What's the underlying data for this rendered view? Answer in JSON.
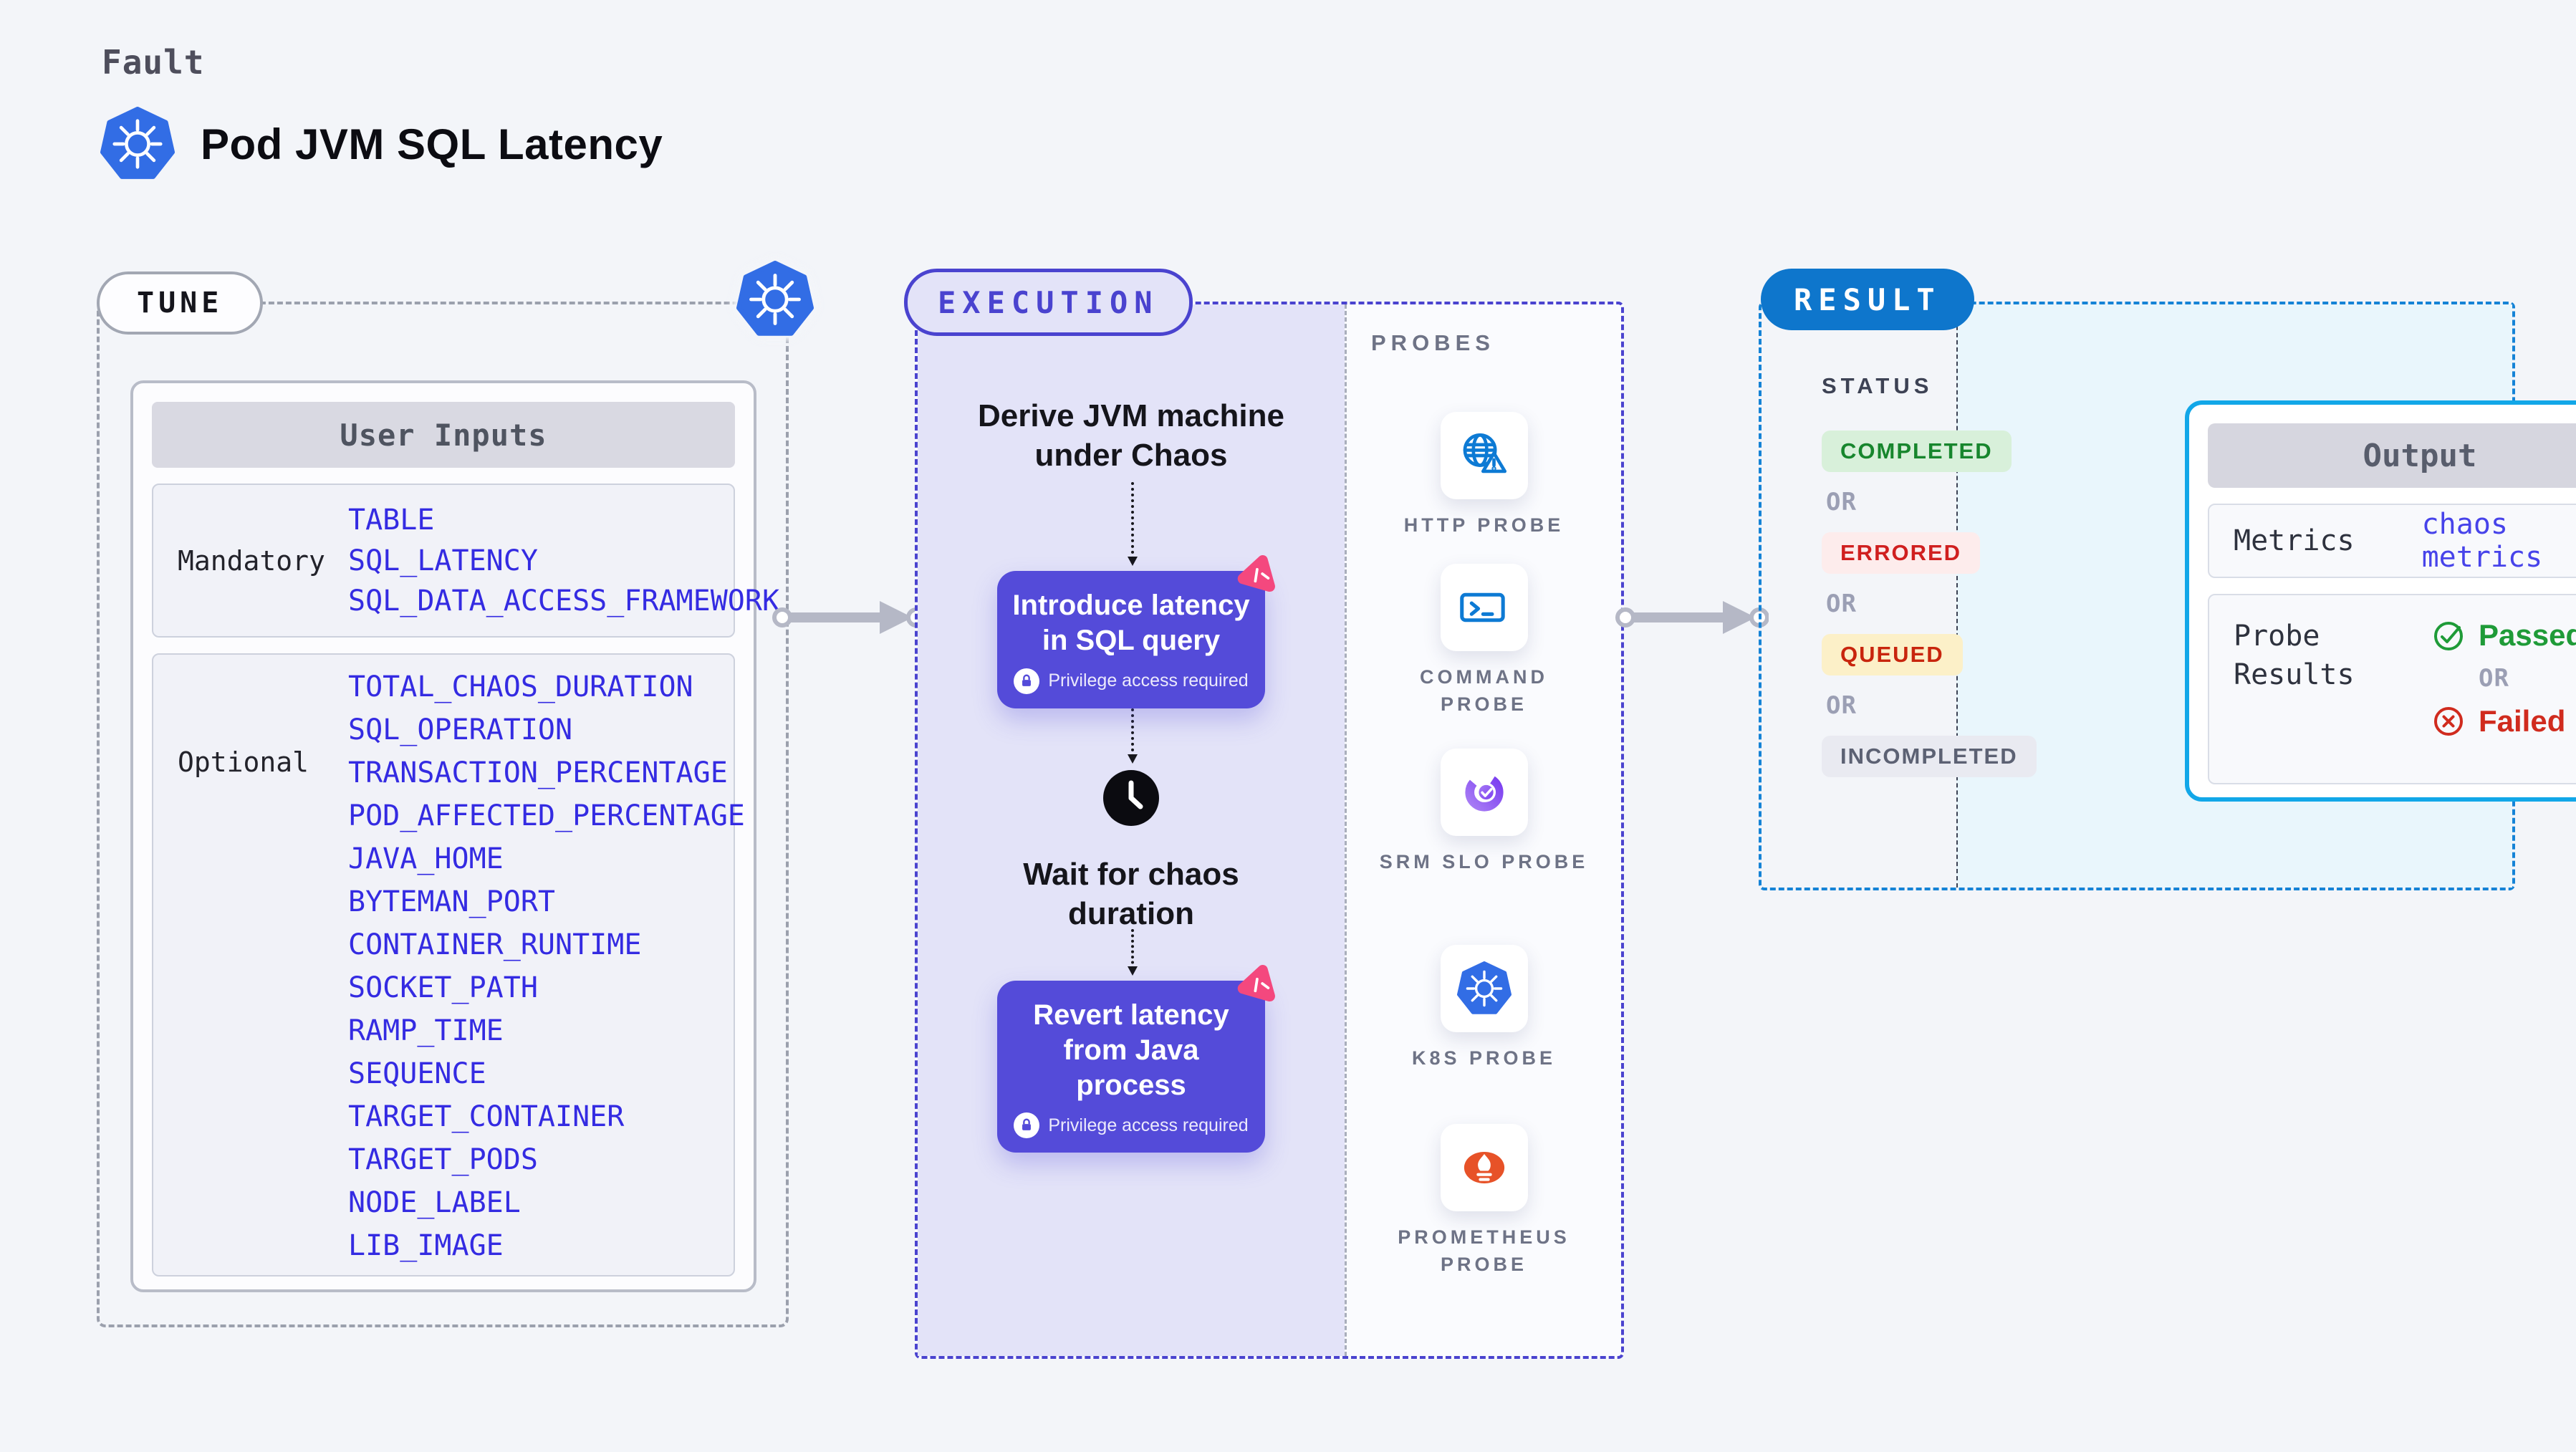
{
  "header": {
    "eyebrow": "Fault",
    "title": "Pod JVM SQL Latency"
  },
  "tune": {
    "label": "TUNE",
    "table": {
      "header": "User Inputs",
      "mandatory_label": "Mandatory",
      "mandatory_items": [
        "TABLE",
        "SQL_LATENCY",
        "SQL_DATA_ACCESS_FRAMEWORK"
      ],
      "optional_label": "Optional",
      "optional_items": [
        "TOTAL_CHAOS_DURATION",
        "SQL_OPERATION",
        "TRANSACTION_PERCENTAGE",
        "POD_AFFECTED_PERCENTAGE",
        "JAVA_HOME",
        "BYTEMAN_PORT",
        "CONTAINER_RUNTIME",
        "SOCKET_PATH",
        "RAMP_TIME",
        "SEQUENCE",
        "TARGET_CONTAINER",
        "TARGET_PODS",
        "NODE_LABEL",
        "LIB_IMAGE"
      ]
    }
  },
  "execution": {
    "label": "EXECUTION",
    "steps": {
      "derive": "Derive JVM machine under Chaos",
      "introduce": "Introduce latency in SQL query",
      "wait": "Wait for chaos duration",
      "revert": "Revert latency from Java process",
      "privilege_badge": "Privilege access required"
    },
    "probes_label": "PROBES",
    "probes": [
      {
        "icon": "http-probe-icon",
        "label": "HTTP PROBE"
      },
      {
        "icon": "command-probe-icon",
        "label": "COMMAND PROBE"
      },
      {
        "icon": "srm-slo-probe-icon",
        "label": "SRM SLO PROBE"
      },
      {
        "icon": "k8s-probe-icon",
        "label": "K8S PROBE"
      },
      {
        "icon": "prometheus-probe-icon",
        "label": "PROMETHEUS PROBE"
      }
    ]
  },
  "result": {
    "label": "RESULT",
    "status_label": "STATUS",
    "or_label": "OR",
    "statuses": [
      {
        "label": "COMPLETED",
        "tone": "success"
      },
      {
        "label": "ERRORED",
        "tone": "error"
      },
      {
        "label": "QUEUED",
        "tone": "warning"
      },
      {
        "label": "INCOMPLETED",
        "tone": "neutral"
      }
    ],
    "output": {
      "header": "Output",
      "metrics_label": "Metrics",
      "metrics_value": "chaos metrics",
      "probe_results_label": "Probe Results",
      "passed_label": "Passed",
      "failed_label": "Failed"
    }
  },
  "colors": {
    "page_bg": "#f3f5f9",
    "execution_accent": "#4a43cf",
    "execution_bg": "#e3e3f8",
    "action_box": "#544bd9",
    "param_blue": "#342be2",
    "result_accent": "#1583d6",
    "result_pill": "#0e76cc",
    "output_border": "#12a7e8",
    "output_bg": "#e9f6fc",
    "k8s_blue": "#326de5",
    "litmus_pink": "#f4487e",
    "prometheus_orange": "#e75228",
    "srm_purple": "#8b5cf6",
    "probe_icon_blue": "#0d7ad4",
    "success_green": "#1f9b38",
    "fail_red": "#d02b1e",
    "grey_connector": "#b5b8c6"
  }
}
